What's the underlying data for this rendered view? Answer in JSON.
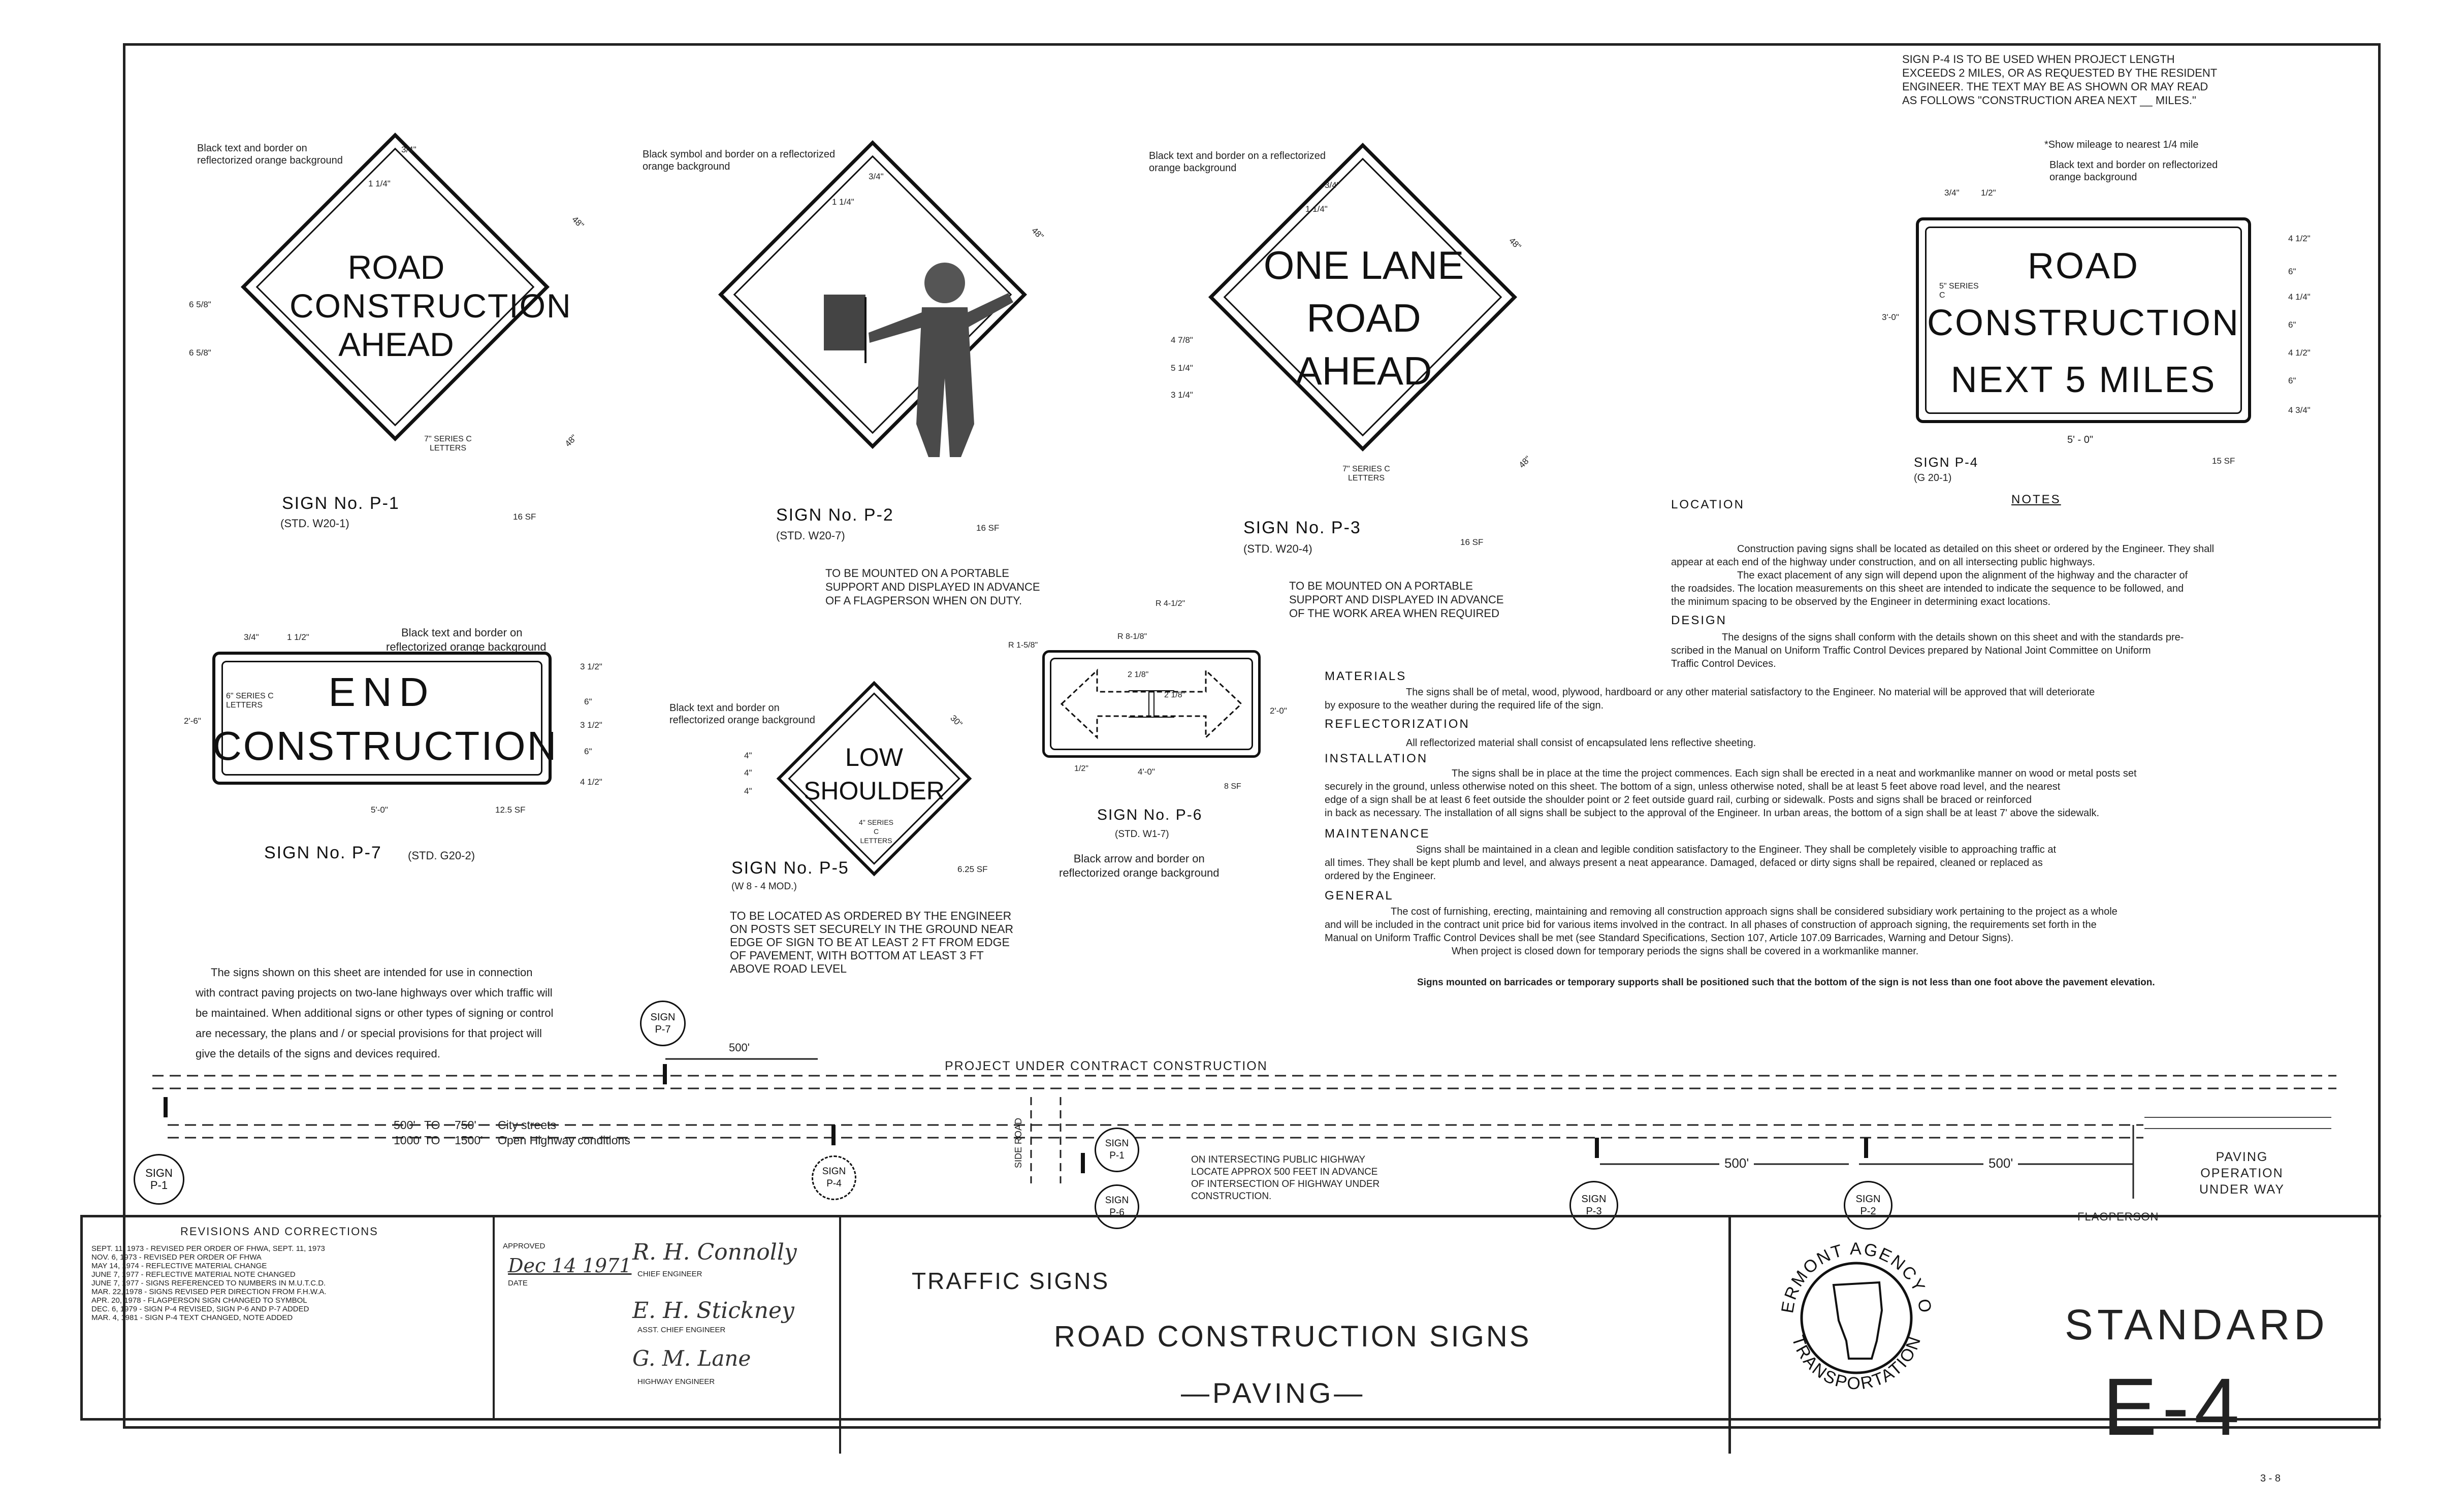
{
  "signs": {
    "p1": {
      "note": [
        "Black text and border on",
        "reflectorized orange background"
      ],
      "lines": [
        "ROAD",
        "CONSTRUCTION",
        "AHEAD"
      ],
      "series": [
        "7\" SERIES C",
        "LETTERS"
      ],
      "dims": [
        "3/4\"",
        "1 1/4\"",
        "48\"",
        "6 5/8\"",
        "6 5/8\"",
        "48\"",
        "16 SF"
      ],
      "title": "SIGN No. P-1",
      "std": "(STD. W20-1)"
    },
    "p2": {
      "note": [
        "Black symbol and border on a reflectorized",
        "orange background"
      ],
      "dims": [
        "3/4\"",
        "1 1/4\"",
        "48\"",
        "16 SF"
      ],
      "title": "SIGN No. P-2",
      "std": "(STD. W20-7)",
      "mount": [
        "TO BE MOUNTED ON A PORTABLE",
        "SUPPORT AND DISPLAYED IN ADVANCE",
        "OF A FLAGPERSON WHEN ON DUTY."
      ]
    },
    "p3": {
      "note": [
        "Black text and border on a reflectorized",
        "orange background"
      ],
      "lines": [
        "ONE LANE",
        "ROAD",
        "AHEAD"
      ],
      "series": [
        "7\" SERIES C",
        "LETTERS"
      ],
      "dims": [
        "3/4\"",
        "1 1/4\"",
        "48\"",
        "4 7/8\"",
        "5 1/4\"",
        "3 1/4\"",
        "48\"",
        "16 SF"
      ],
      "title": "SIGN No. P-3",
      "std": "(STD. W20-4)",
      "mount": [
        "TO BE MOUNTED ON A PORTABLE",
        "SUPPORT AND DISPLAYED IN ADVANCE",
        "OF THE WORK AREA WHEN REQUIRED"
      ]
    },
    "p4": {
      "intro": [
        "SIGN P-4 IS TO BE USED WHEN PROJECT LENGTH",
        "EXCEEDS 2 MILES, OR AS REQUESTED BY THE RESIDENT",
        "ENGINEER. THE TEXT MAY BE AS SHOWN OR MAY READ",
        "AS FOLLOWS \"CONSTRUCTION AREA NEXT __ MILES.\""
      ],
      "mileage": "*Show mileage to nearest 1/4 mile",
      "note": [
        "Black text and border on reflectorized",
        "orange background"
      ],
      "lines": [
        "ROAD",
        "CONSTRUCTION",
        "NEXT  5  MILES"
      ],
      "asterisk": "*",
      "series": "5\" SERIES C",
      "dims": [
        "3/4\"",
        "1/2\"",
        "3'-0\"",
        "4 1/2\"",
        "6\"",
        "4 1/4\"",
        "6\"",
        "4 1/2\"",
        "6\"",
        "4 3/4\"",
        "5' - 0\"",
        "15 SF"
      ],
      "title": "SIGN P-4",
      "std": "(G 20-1)"
    },
    "p5": {
      "note": [
        "Black text and border on",
        "reflectorized orange background"
      ],
      "lines": [
        "LOW",
        "SHOULDER"
      ],
      "series": [
        "4\" SERIES C",
        "LETTERS"
      ],
      "dims": [
        "4\"",
        "4\"",
        "4\"",
        "30\"",
        "6.25 SF"
      ],
      "title": "SIGN No. P-5",
      "std": "(W 8 - 4 MOD.)",
      "mount": [
        "TO BE LOCATED AS ORDERED BY THE ENGINEER",
        "ON POSTS SET SECURELY IN THE GROUND NEAR",
        "EDGE OF SIGN TO BE AT LEAST 2 FT FROM EDGE",
        "OF PAVEMENT, WITH BOTTOM AT LEAST 3 FT",
        "ABOVE ROAD LEVEL"
      ]
    },
    "p6": {
      "dims": [
        "R 8-1/8\"",
        "R 1-5/8\"",
        "R 4-1/2\"",
        "1/2\"",
        "2 1/8\"",
        "2 1/8\"",
        "2'-0\"",
        "4'-0\"",
        "8 SF"
      ],
      "title": "SIGN No. P-6",
      "std": "(STD. W1-7)",
      "note": [
        "Black arrow and border on",
        "reflectorized orange background"
      ]
    },
    "p7": {
      "note": [
        "Black text and border on",
        "reflectorized orange background"
      ],
      "lines": [
        "END",
        "CONSTRUCTION"
      ],
      "series": [
        "6\" SERIES C",
        "LETTERS"
      ],
      "dims": [
        "3/4\"",
        "1 1/2\"",
        "3 1/2\"",
        "6\"",
        "3 1/2\"",
        "6\"",
        "4 1/2\"",
        "2'-6\"",
        "5'-0\"",
        "12.5 SF"
      ],
      "title": "SIGN No. P-7",
      "std": "(STD. G20-2)"
    }
  },
  "notes": {
    "heading": "NOTES",
    "location_head": "LOCATION",
    "location": [
      "Construction paving signs shall be located as detailed on this sheet or ordered by the Engineer. They shall",
      "appear at each end of the highway under construction, and on all intersecting public highways.",
      "The exact placement of any sign will depend upon the alignment of the highway and the character of",
      "the roadsides. The location measurements on this sheet are intended to indicate the sequence to be followed, and",
      "the minimum spacing to be observed by the Engineer in determining exact locations."
    ],
    "design_head": "DESIGN",
    "design": [
      "The designs of the signs shall conform with the details shown on this sheet and with the standards pre-",
      "scribed in the Manual on Uniform Traffic Control Devices prepared by National Joint Committee on Uniform",
      "Traffic Control Devices."
    ],
    "materials_head": "MATERIALS",
    "materials": [
      "The signs shall be of metal, wood, plywood, hardboard or any other material satisfactory to the Engineer. No material will be approved that will deteriorate",
      "by exposure to the weather during the required life of the sign."
    ],
    "reflect_head": "REFLECTORIZATION",
    "reflect": [
      "All reflectorized material shall consist of encapsulated lens reflective sheeting."
    ],
    "install_head": "INSTALLATION",
    "install": [
      "The signs shall be in place at the time the project commences. Each sign shall be erected in a neat and workmanlike manner on wood or metal posts set",
      "securely in the ground, unless otherwise noted on this sheet. The bottom of a sign, unless otherwise noted, shall be at least 5 feet above road level, and the nearest",
      "edge of a sign shall be at least 6 feet outside the shoulder point or 2 feet outside guard rail, curbing or sidewalk. Posts and signs shall be braced or reinforced",
      "in back as necessary. The installation of all signs shall be subject to the approval of the Engineer. In urban areas, the bottom of a sign shall be at least 7' above the sidewalk."
    ],
    "maint_head": "MAINTENANCE",
    "maint": [
      "Signs shall be maintained in a clean and legible condition satisfactory to the Engineer. They shall be completely visible to approaching traffic at",
      "all times. They shall be kept plumb and level, and always present a neat appearance. Damaged, defaced or dirty signs shall be repaired, cleaned or replaced as",
      "ordered by the Engineer."
    ],
    "general_head": "GENERAL",
    "general": [
      "The cost of furnishing, erecting, maintaining and removing all construction approach signs shall be considered subsidiary work pertaining to the project as a whole",
      "and will be included in the contract unit price bid for various items involved in the contract. In all phases of construction of approach signing, the requirements set forth in the",
      "Manual on Uniform Traffic Control Devices shall be met (see Standard Specifications, Section 107, Article 107.09 Barricades, Warning and Detour Signs).",
      "When project is closed down for temporary periods the signs shall be covered in a workmanlike manner."
    ],
    "barricade": "Signs mounted on barricades or temporary supports shall be positioned such that the bottom of the sign is not less than one foot above the pavement elevation."
  },
  "intro_text": [
    "The signs shown on this sheet are intended for use in connection",
    "with contract paving projects on two-lane highways over which traffic will",
    "be maintained. When additional signs or other types of signing or control",
    "are necessary, the plans and / or special provisions for that project will",
    "give the details of the signs and devices required."
  ],
  "layout_plan": {
    "dist_500a": "500'",
    "project_label": "PROJECT UNDER CONTRACT CONSTRUCTION",
    "spacing_rows": [
      [
        "500'",
        "TO",
        "750'",
        "City streets"
      ],
      [
        "1000'",
        "TO",
        "1500'",
        "Open Highway conditions"
      ]
    ],
    "side_road": "SIDE ROAD",
    "intersect": [
      "ON INTERSECTING PUBLIC HIGHWAY",
      "LOCATE APPROX 500 FEET IN ADVANCE",
      "OF INTERSECTION OF HIGHWAY UNDER",
      "CONSTRUCTION."
    ],
    "dist_500b": "500'",
    "dist_500c": "500'",
    "paving_op": [
      "PAVING",
      "OPERATION",
      "UNDER WAY"
    ],
    "flagperson": "FLAGPERSON",
    "markers": [
      [
        "SIGN",
        "P-1"
      ],
      [
        "SIGN",
        "P-4"
      ],
      [
        "SIGN",
        "P-7"
      ],
      [
        "SIGN",
        "P-1"
      ],
      [
        "SIGN",
        "P-6"
      ],
      [
        "SIGN",
        "P-3"
      ],
      [
        "SIGN",
        "P-2"
      ]
    ]
  },
  "title_block": {
    "revisions_head": "REVISIONS AND CORRECTIONS",
    "revisions": [
      "SEPT. 11, 1973 - REVISED PER ORDER OF FHWA, SEPT. 11, 1973",
      "NOV. 6, 1973 - REVISED PER ORDER OF FHWA",
      "MAY 14, 1974 - REFLECTIVE MATERIAL CHANGE",
      "JUNE 7, 1977 - REFLECTIVE MATERIAL NOTE CHANGED",
      "JUNE 7, 1977 - SIGNS REFERENCED TO NUMBERS IN M.U.T.C.D.",
      "MAR. 22, 1978 - SIGNS REVISED PER DIRECTION FROM F.H.W.A.",
      "APR. 20, 1978 - FLAGPERSON SIGN CHANGED TO SYMBOL",
      "DEC. 6, 1979 - SIGN P-4 REVISED, SIGN P-6 AND P-7 ADDED",
      "MAR. 4, 1981 - SIGN P-4 TEXT CHANGED, NOTE ADDED"
    ],
    "approved": "APPROVED",
    "date": "Dec 14 1971",
    "date_label": "DATE",
    "sig1": "R. H. Connolly",
    "sig1_title": "CHIEF ENGINEER",
    "sig2": "E. H. Stickney",
    "sig2_title": "ASST. CHIEF ENGINEER",
    "sig3": "G. M. Lane",
    "sig3_title": "HIGHWAY ENGINEER",
    "category": "TRAFFIC SIGNS",
    "title": "ROAD CONSTRUCTION SIGNS",
    "subtitle": "—PAVING—",
    "seal_top": "VERMONT AGENCY OF",
    "seal_bottom": "TRANSPORTATION",
    "standard_label": "STANDARD",
    "standard_no": "E-4",
    "sheet_no": "3 - 8"
  }
}
